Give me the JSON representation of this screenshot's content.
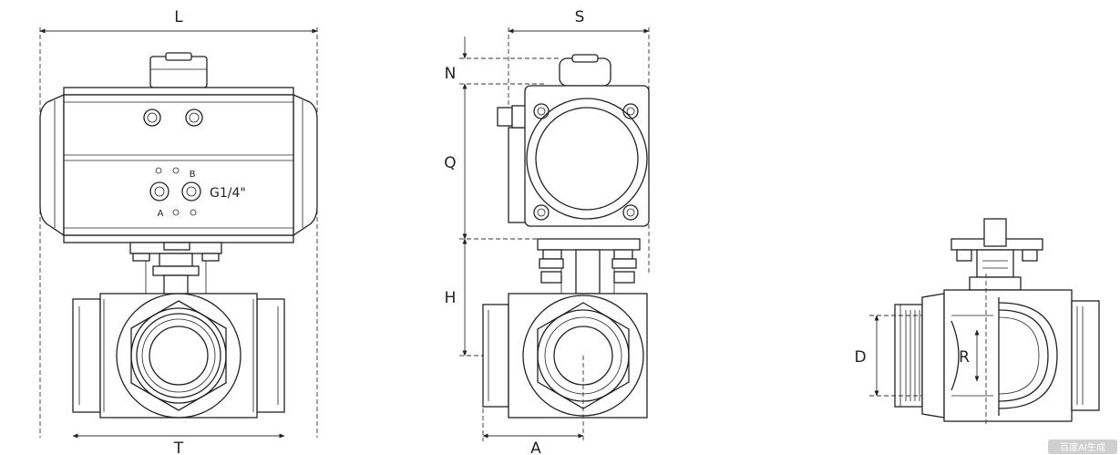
{
  "views": {
    "front": {
      "dim_top": "L",
      "dim_bottom": "T",
      "port_a": "A",
      "port_b": "B",
      "thread": "G1/4\""
    },
    "side": {
      "dim_top": "S",
      "dim_n": "N",
      "dim_q": "Q",
      "dim_h": "H",
      "dim_bottom": "A"
    },
    "section": {
      "dim_d": "D",
      "dim_r": "R"
    }
  },
  "watermark": "百度AI生成"
}
